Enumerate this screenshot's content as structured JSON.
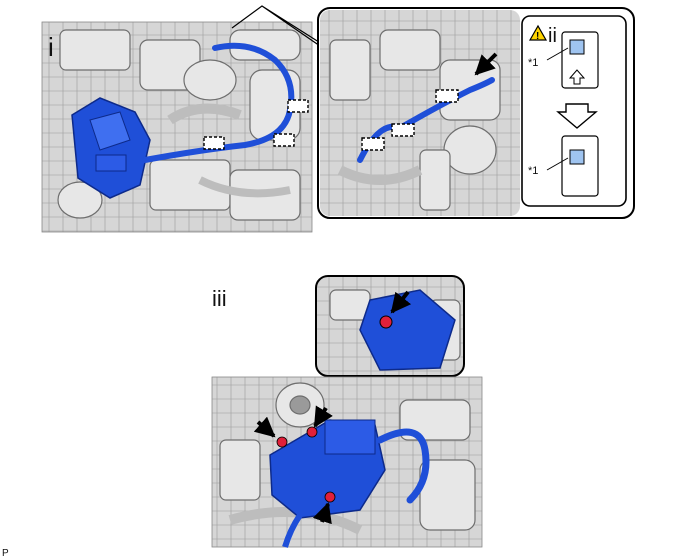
{
  "panel_i": {
    "label": "i"
  },
  "panel_ii": {
    "label": "ii",
    "callout_top": "*1",
    "callout_bottom": "*1"
  },
  "panel_iii": {
    "label": "iii"
  },
  "footer": {
    "code": "P"
  },
  "colors": {
    "part_blue": "#1f4fd8",
    "part_blue_dark": "#0d2a8a",
    "engine_gray": "#c9c9c9",
    "engine_line": "#6e6e6e",
    "bolt_red": "#e0203a",
    "connector_light": "#9fc4f0",
    "warning_yellow": "#ffd400"
  }
}
